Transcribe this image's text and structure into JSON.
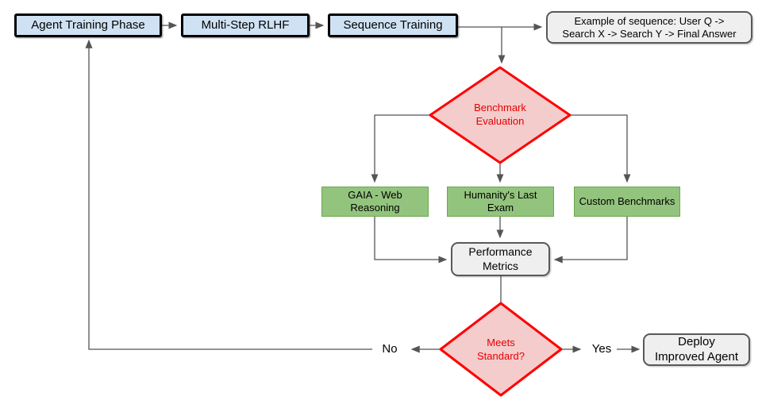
{
  "diagram": {
    "type": "flowchart",
    "background": "#ffffff",
    "colors": {
      "process_fill": "#cfe2f3",
      "process_border": "#000000",
      "decision_fill": "#f4cccc",
      "decision_border": "#ff0000",
      "decision_text": "#e60000",
      "benchmark_fill": "#93c47d",
      "benchmark_border": "#6aa84f",
      "terminal_fill": "#efefef",
      "terminal_border": "#595959",
      "connector": "#555555"
    }
  },
  "nodes": {
    "agent_training": {
      "label": "Agent Training Phase"
    },
    "multi_step_rlhf": {
      "label": "Multi-Step RLHF"
    },
    "sequence_training": {
      "label": "Sequence Training"
    },
    "example_sequence": {
      "lines": [
        "Example of sequence: User Q ->",
        "Search X -> Search Y -> Final Answer"
      ]
    },
    "benchmark_evaluation": {
      "lines": [
        "Benchmark",
        "Evaluation"
      ]
    },
    "gaia_web_reasoning": {
      "lines": [
        "GAIA - Web",
        "Reasoning"
      ]
    },
    "humanitys_last_exam": {
      "lines": [
        "Humanity's Last",
        "Exam"
      ]
    },
    "custom_benchmarks": {
      "label": "Custom Benchmarks"
    },
    "performance_metrics": {
      "lines": [
        "Performance",
        "Metrics"
      ]
    },
    "meets_standard": {
      "lines": [
        "Meets",
        "Standard?"
      ]
    },
    "deploy_improved_agent": {
      "lines": [
        "Deploy",
        "Improved Agent"
      ]
    }
  },
  "edge_labels": {
    "no": "No",
    "yes": "Yes"
  }
}
